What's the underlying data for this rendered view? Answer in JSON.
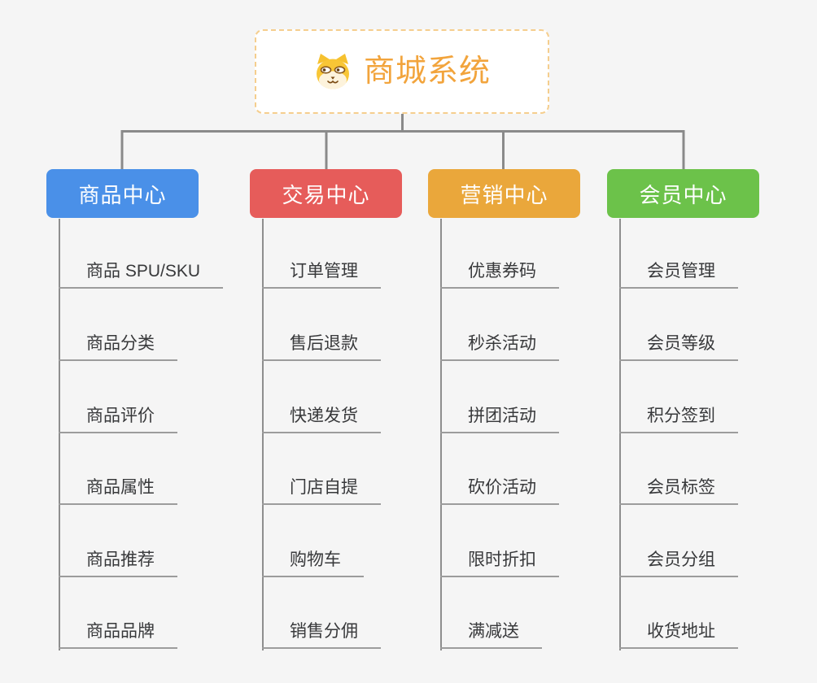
{
  "root": {
    "title": "商城系统",
    "icon": "dog-face-icon",
    "accent_color": "#F2A43C",
    "border_color": "#F5CE8E"
  },
  "connector_color": "#8A8A8A",
  "branches": [
    {
      "label": "商品中心",
      "color": "#4A90E8",
      "items": [
        "商品 SPU/SKU",
        "商品分类",
        "商品评价",
        "商品属性",
        "商品推荐",
        "商品品牌"
      ]
    },
    {
      "label": "交易中心",
      "color": "#E65C5A",
      "items": [
        "订单管理",
        "售后退款",
        "快递发货",
        "门店自提",
        "购物车",
        "销售分佣"
      ]
    },
    {
      "label": "营销中心",
      "color": "#EAA73B",
      "items": [
        "优惠券码",
        "秒杀活动",
        "拼团活动",
        "砍价活动",
        "限时折扣",
        "满减送"
      ]
    },
    {
      "label": "会员中心",
      "color": "#6CC24A",
      "items": [
        "会员管理",
        "会员等级",
        "积分签到",
        "会员标签",
        "会员分组",
        "收货地址"
      ]
    }
  ]
}
